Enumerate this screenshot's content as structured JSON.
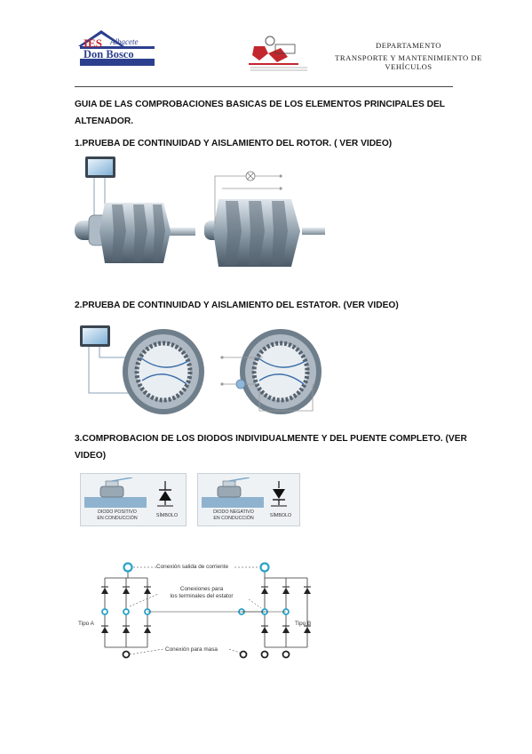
{
  "header": {
    "school_logo_line1": "IES",
    "school_logo_line2": "Don Bosco",
    "school_logo_script": "Albacete",
    "dept_line1": "DEPARTAMENTO",
    "dept_line2": "TRANSPORTE Y MANTENIMIENTO DE VEHÍCULOS",
    "colors": {
      "logo_blue": "#2c3f8e",
      "logo_red": "#c2272d"
    }
  },
  "title": {
    "line1": "GUIA DE LAS COMPROBACIONES BASICAS DE LOS ELEMENTOS PRINCIPALES DEL",
    "line2": "ALTENADOR."
  },
  "sections": [
    {
      "heading": "1.PRUEBA DE CONTINUIDAD Y AISLAMIENTO DEL ROTOR. ( VER VIDEO)"
    },
    {
      "heading": "2.PRUEBA DE CONTINUIDAD Y AISLAMIENTO DEL ESTATOR. (VER VIDEO)"
    },
    {
      "heading_line1": "3.COMPROBACION DE LOS DIODOS INDIVIDUALMENTE Y DEL PUENTE COMPLETO. (VER",
      "heading_line2": "VIDEO)"
    }
  ],
  "diode_figures": {
    "left_caption_line1": "DIODO POSITIVO",
    "left_caption_line2": "EN CONDUCCIÓN",
    "right_caption_line1": "DIODO NEGATIVO",
    "right_caption_line2": "EN CONDUCCIÓN",
    "symbol_label": "SÍMBOLO"
  },
  "bridge": {
    "output_label": "Conexión salida de corriente",
    "stator_label_line1": "Conexiones para",
    "stator_label_line2": "los terminales del estator",
    "type_a": "Tipo A",
    "type_b": "Tipo B",
    "ground_label": "Conexión para masa"
  }
}
